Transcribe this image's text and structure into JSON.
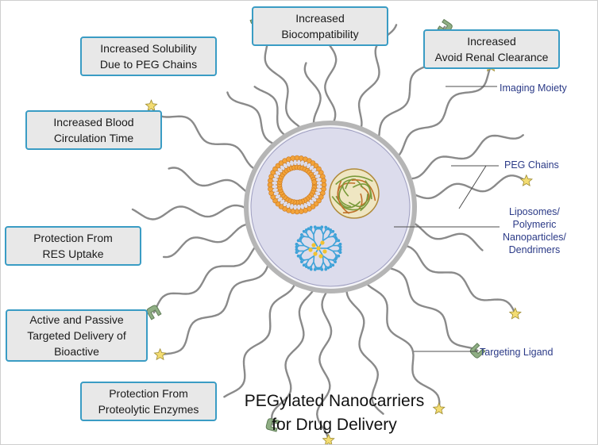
{
  "title": "PEGylated Nanocarriers\nfor Drug Delivery",
  "callouts": [
    {
      "id": "biocompat",
      "text": "Increased\nBiocompatibility"
    },
    {
      "id": "solubility",
      "text": "Increased Solubility\nDue to PEG Chains"
    },
    {
      "id": "renal",
      "text": "Increased\nAvoid Renal Clearance"
    },
    {
      "id": "circulation",
      "text": "Increased Blood\nCirculation Time"
    },
    {
      "id": "res",
      "text": "Protection From\nRES Uptake"
    },
    {
      "id": "targeted",
      "text": "Active and Passive\nTargeted Delivery of\nBioactive"
    },
    {
      "id": "proteolytic",
      "text": "Protection From\nProteolytic Enzymes"
    }
  ],
  "labels": [
    {
      "id": "imaging",
      "text": "Imaging Moiety"
    },
    {
      "id": "peg",
      "text": "PEG Chains"
    },
    {
      "id": "carriers",
      "text": "Liposomes/\nPolymeric\nNanoparticles/\nDendrimers"
    },
    {
      "id": "ligand",
      "text": "Targeting Ligand"
    }
  ],
  "colors": {
    "callout_border": "#3a9cc4",
    "callout_fill": "#e8e8e8",
    "label_text": "#2b3a87",
    "core_fill": "#dcdcec",
    "core_ring": "#b5b5b5",
    "peg_chain": "#8a8a8a",
    "star": "#f3dc72",
    "imaging_moiety": "#8fae84",
    "liposome_heads": "#f2a33a",
    "polymer_strands": "#7a9a3a",
    "dendrimer": "#3ea2d8"
  },
  "icons": {
    "chain_tip_ligand": "star-icon",
    "chain_tip_imaging": "imaging-moiety-icon"
  }
}
